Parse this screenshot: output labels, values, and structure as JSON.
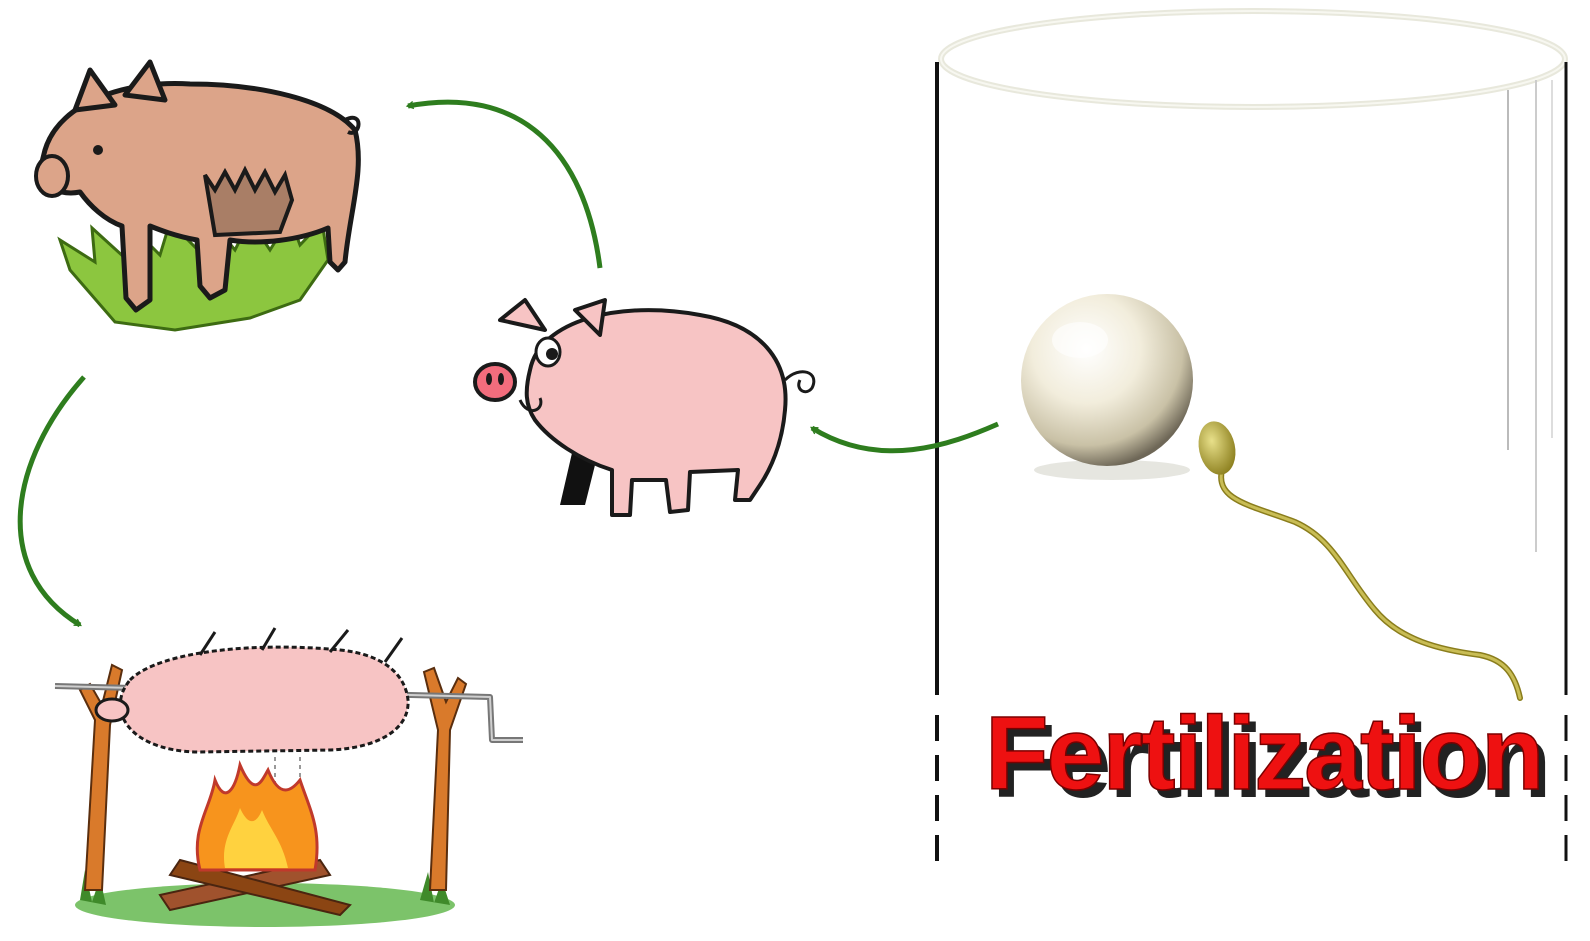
{
  "diagram": {
    "label": "Fertilization",
    "colors": {
      "arrow": "#2e7d1e",
      "label_fill": "#ee1111",
      "label_shadow": "#222222",
      "pig_skin": "#f7c4c4",
      "sow_skin": "#dca489",
      "grass": "#8cc63f",
      "fire": "#f7941d",
      "egg": "#f3efe0",
      "sperm": "#b5a637"
    },
    "elements": [
      {
        "id": "adult-pig",
        "icon": "sow-on-grass-icon"
      },
      {
        "id": "piglet",
        "icon": "piglet-icon"
      },
      {
        "id": "roast",
        "icon": "pig-roast-spit-icon"
      },
      {
        "id": "egg",
        "icon": "egg-cell-icon"
      },
      {
        "id": "sperm",
        "icon": "sperm-cell-icon"
      }
    ],
    "arrows": [
      {
        "from": "fertilization",
        "to": "piglet"
      },
      {
        "from": "piglet",
        "to": "adult-pig"
      },
      {
        "from": "adult-pig",
        "to": "roast"
      }
    ]
  }
}
